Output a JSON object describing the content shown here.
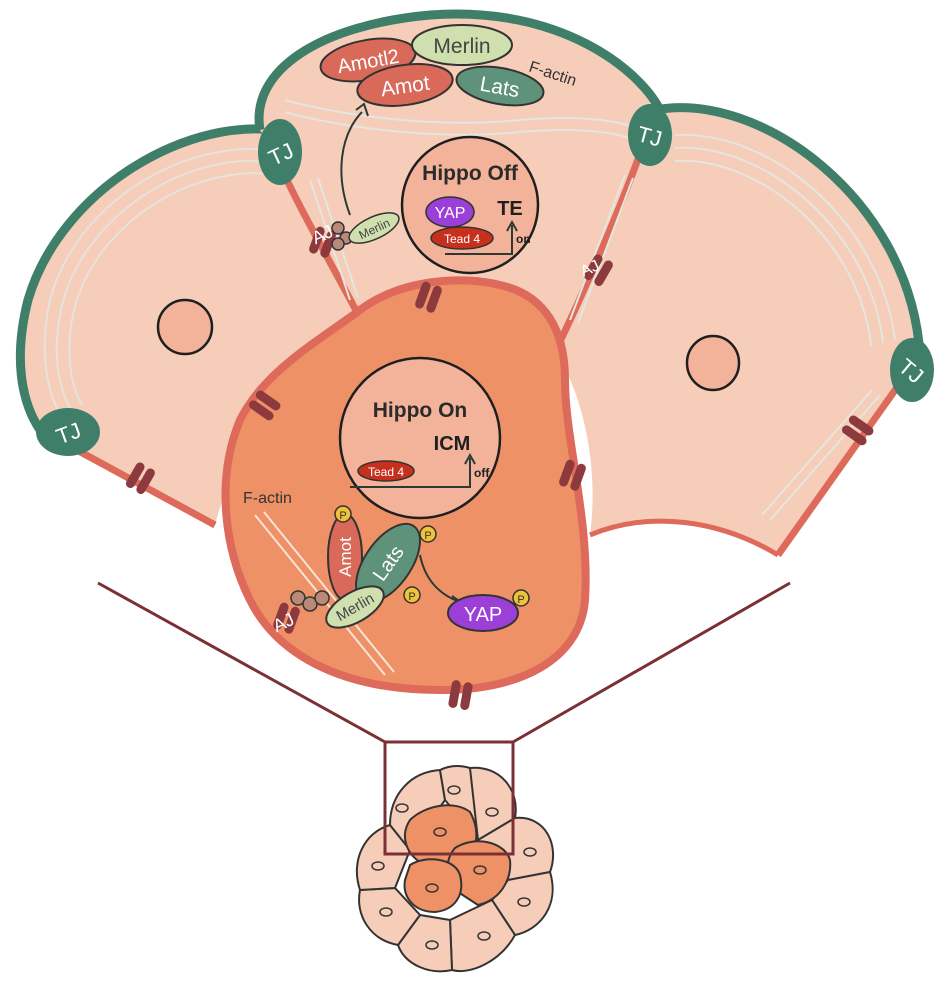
{
  "labels": {
    "tj": "TJ",
    "aj": "AJ",
    "f_actin": "F-actin",
    "amotl2": "Amotl2",
    "merlin": "Merlin",
    "amot": "Amot",
    "lats": "Lats",
    "yap": "YAP",
    "tead4": "Tead 4",
    "p": "P",
    "hippo_off": "Hippo Off",
    "hippo_on": "Hippo On",
    "te": "TE",
    "icm": "ICM",
    "on": "on",
    "off": "off"
  },
  "colors": {
    "outer_cell_fill": "#f6cdb9",
    "inner_cell_fill": "#ef9167",
    "tight_junction": "#3f7f6a",
    "membrane_red": "#dd6a5a",
    "junction_maroon": "#8c3a3e",
    "amot_red": "#d96a5a",
    "merlin_green": "#cfdfae",
    "lats_green": "#5f927a",
    "yap_purple": "#9b3fd6",
    "tead_red": "#c8301e",
    "phospho_yellow": "#f0c23a",
    "frame_line": "#7a3136"
  }
}
